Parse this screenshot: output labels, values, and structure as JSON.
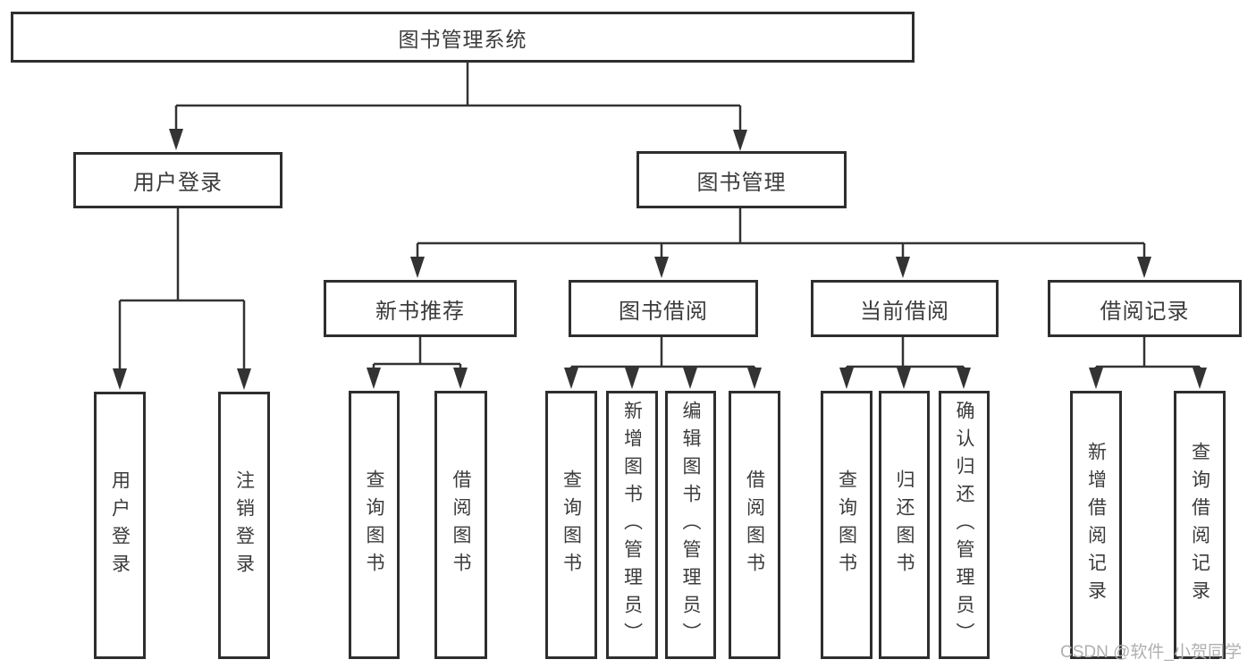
{
  "meta": {
    "type": "hierarchy-diagram",
    "language": "zh-CN"
  },
  "colors": {
    "background": "#ffffff",
    "line": "#333333",
    "box_border": "#2e2e2e",
    "text": "#3b3b3b",
    "watermark": "#b0b0b0"
  },
  "nodes": {
    "system": "图书管理系统",
    "user_login": "用户登录",
    "book_mgmt": "图书管理",
    "new_book_rec": "新书推荐",
    "book_borrow": "图书借阅",
    "current_borrow": "当前借阅",
    "borrow_records": "借阅记录",
    "login": "用户登录",
    "logout": "注销登录",
    "nb_query": "查询图书",
    "nb_borrow": "借阅图书",
    "bb_query": "查询图书",
    "bb_add": "新增图书（管理员）",
    "bb_edit": "编辑图书（管理员）",
    "bb_borrow": "借阅图书",
    "cb_query": "查询图书",
    "cb_return": "归还图书",
    "cb_confirm": "确认归还（管理员）",
    "br_add": "新增借阅记录",
    "br_query": "查询借阅记录"
  },
  "tree": {
    "root": "system",
    "children": {
      "system": [
        "user_login",
        "book_mgmt"
      ],
      "user_login": [
        "login",
        "logout"
      ],
      "book_mgmt": [
        "new_book_rec",
        "book_borrow",
        "current_borrow",
        "borrow_records"
      ],
      "new_book_rec": [
        "nb_query",
        "nb_borrow"
      ],
      "book_borrow": [
        "bb_query",
        "bb_add",
        "bb_edit",
        "bb_borrow"
      ],
      "current_borrow": [
        "cb_query",
        "cb_return",
        "cb_confirm"
      ],
      "borrow_records": [
        "br_add",
        "br_query"
      ]
    }
  },
  "watermark": {
    "text": "CSDN @软件_小贺同学"
  }
}
